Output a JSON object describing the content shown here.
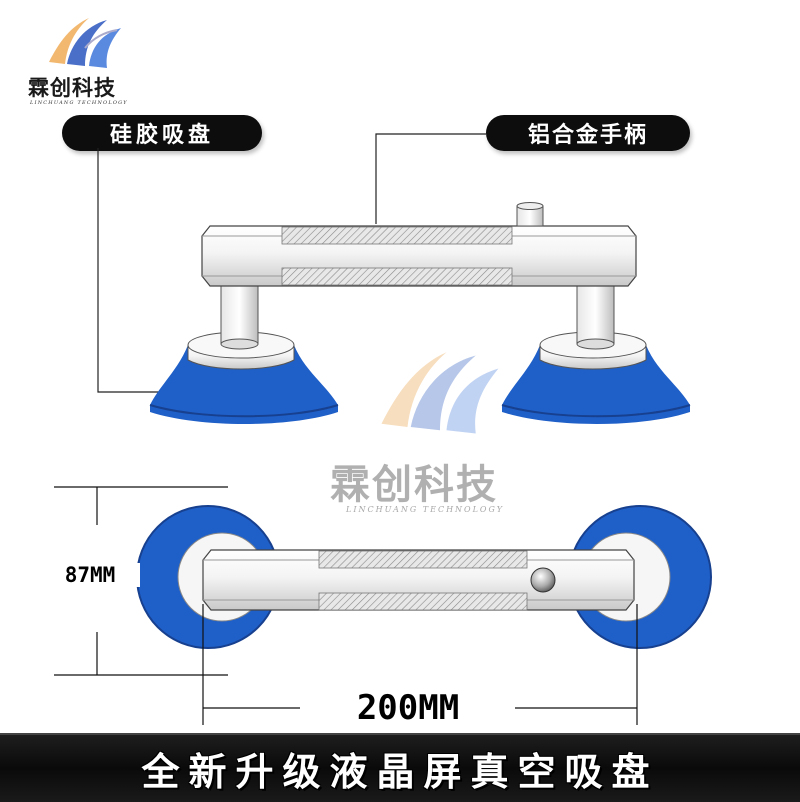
{
  "brand": {
    "name": "霖创科技",
    "subtitle": "LINCHUANG TECHNOLOGY"
  },
  "labels": {
    "suction_cup": "硅胶吸盘",
    "handle": "铝合金手柄"
  },
  "dimensions": {
    "height": "87MM",
    "width": "200MM"
  },
  "banner": {
    "text": "全新升级液晶屏真空吸盘"
  },
  "colors": {
    "cup_blue": "#1f5fc8",
    "label_background": "#0d0d0d",
    "banner_background": "#111111"
  },
  "icons": {
    "logo": "swoosh-logo-icon",
    "watermark": "swoosh-watermark-icon"
  }
}
